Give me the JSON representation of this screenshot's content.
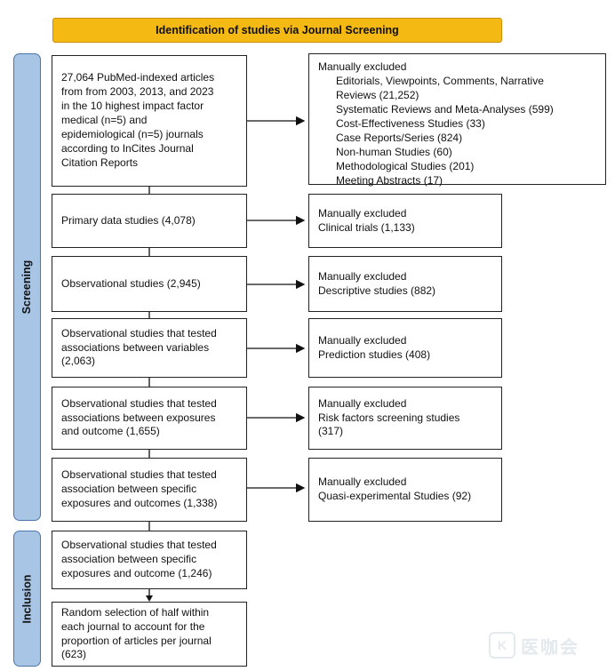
{
  "header": "Identification of studies via Journal Screening",
  "phases": {
    "screening": "Screening",
    "inclusion": "Inclusion"
  },
  "left_boxes": [
    "27,064 PubMed-indexed articles\nfrom from 2003, 2013, and 2023\nin the 10 highest impact factor\nmedical (n=5) and\nepidemiological (n=5) journals\naccording to InCites Journal\nCitation Reports",
    "Primary data studies (4,078)",
    "Observational studies (2,945)",
    "Observational studies that tested\nassociations between variables\n(2,063)",
    "Observational studies that tested\nassociations between exposures\nand outcome (1,655)",
    "Observational studies that tested\nassociation between specific\nexposures and outcomes (1,338)",
    "Observational studies that tested\nassociation between specific\nexposures and outcome (1,246)",
    "Random selection of half within\neach journal to account for the\nproportion of articles per journal\n(623)"
  ],
  "exclusions": [
    {
      "title": "Manually excluded",
      "items": "Editorials, Viewpoints, Comments, Narrative\nReviews (21,252)\nSystematic Reviews and Meta-Analyses (599)\nCost-Effectiveness Studies (33)\nCase Reports/Series (824)\nNon-human Studies (60)\nMethodological Studies (201)\nMeeting Abstracts (17)"
    },
    {
      "title": "Manually excluded",
      "items": "Clinical trials (1,133)"
    },
    {
      "title": "Manually excluded",
      "items": "Descriptive studies (882)"
    },
    {
      "title": "Manually excluded",
      "items": "Prediction studies (408)"
    },
    {
      "title": "Manually excluded",
      "items": "Risk factors screening studies\n(317)"
    },
    {
      "title": "Manually excluded",
      "items": "Quasi-experimental Studies (92)"
    }
  ],
  "watermark": "医咖会"
}
